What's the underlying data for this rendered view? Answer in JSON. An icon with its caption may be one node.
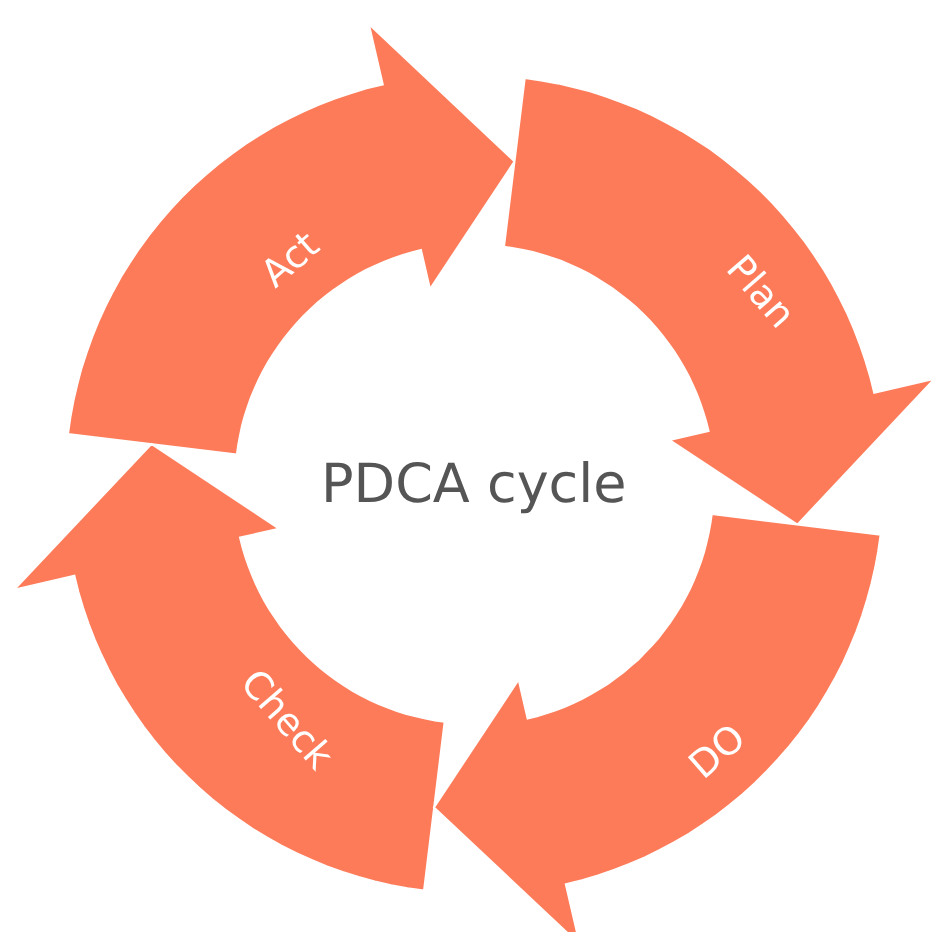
{
  "diagram": {
    "title": "PDCA cycle",
    "nodes": [
      {
        "text": [
          "Act"
        ]
      },
      {
        "text": [
          "Plan"
        ]
      },
      {
        "text": [
          "Check"
        ]
      },
      {
        "text": [
          "DO"
        ]
      }
    ]
  }
}
